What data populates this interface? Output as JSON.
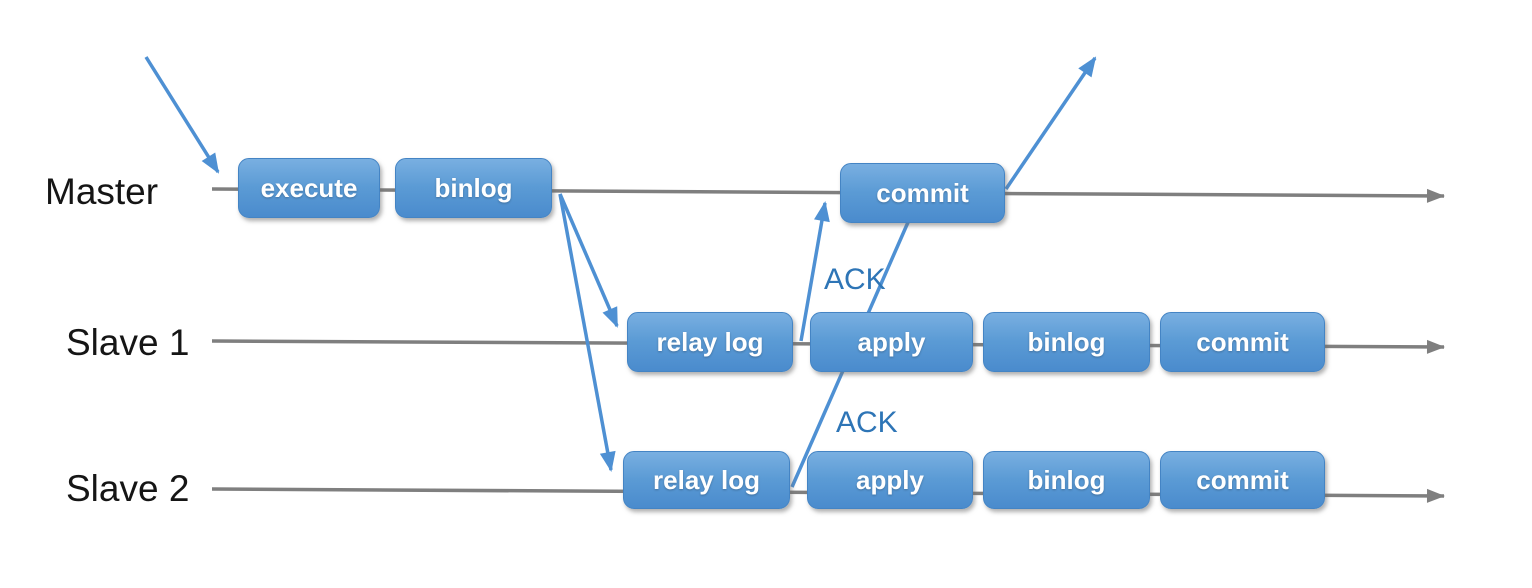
{
  "colors": {
    "box_gradient_top": "#79afe1",
    "box_gradient_mid": "#5b9bd5",
    "box_gradient_bottom": "#4a8bcd",
    "box_border": "#4484c4",
    "box_text": "#ffffff",
    "timeline": "#7f7f7f",
    "arrow": "#4e90d3",
    "ack_label": "#2e75b6",
    "lane_label": "#151515",
    "background": "#ffffff"
  },
  "lanes": [
    {
      "label": "Master",
      "boxes": [
        {
          "label": "execute"
        },
        {
          "label": "binlog"
        },
        {
          "label": "commit"
        }
      ]
    },
    {
      "label": "Slave 1",
      "boxes": [
        {
          "label": "relay log"
        },
        {
          "label": "apply"
        },
        {
          "label": "binlog"
        },
        {
          "label": "commit"
        }
      ]
    },
    {
      "label": "Slave 2",
      "boxes": [
        {
          "label": "relay log"
        },
        {
          "label": "apply"
        },
        {
          "label": "binlog"
        },
        {
          "label": "commit"
        }
      ]
    }
  ],
  "annotations": [
    {
      "label": "ACK"
    },
    {
      "label": "ACK"
    }
  ]
}
